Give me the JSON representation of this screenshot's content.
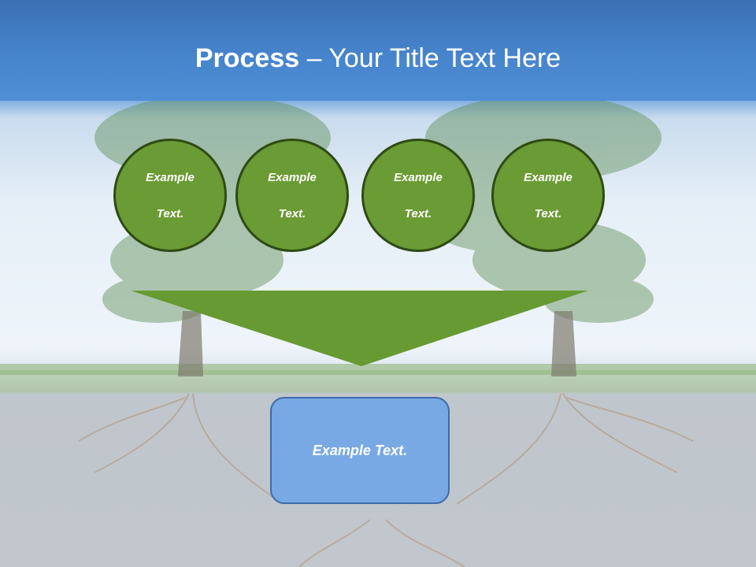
{
  "slide": {
    "title_bold": "Process",
    "title_rest": " – Your Title Text Here"
  },
  "circles": [
    {
      "line1": "Example",
      "line2": "Text."
    },
    {
      "line1": "Example",
      "line2": "Text."
    },
    {
      "line1": "Example",
      "line2": "Text."
    },
    {
      "line1": "Example",
      "line2": "Text."
    }
  ],
  "result": {
    "text": "Example Text."
  },
  "colors": {
    "title_bar": "#4684cc",
    "circle_fill": "#6b9b34",
    "circle_border": "#2e4b14",
    "funnel_fill": "#679a32",
    "result_fill": "#78a9e4",
    "result_border": "#3d6aa8"
  }
}
